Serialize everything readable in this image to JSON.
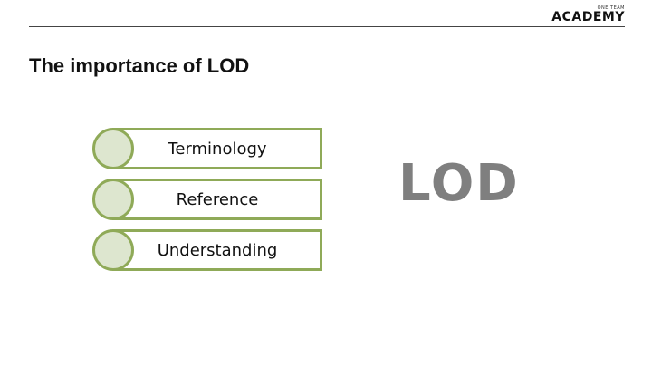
{
  "header": {
    "logo_small": "ONE TEAM",
    "logo_main": "ACADEMY"
  },
  "slide": {
    "title": "The importance of LOD",
    "items": [
      {
        "label": "Terminology"
      },
      {
        "label": "Reference"
      },
      {
        "label": "Understanding"
      }
    ],
    "big_text": "LOD"
  },
  "colors": {
    "accent": "#8faa58",
    "circle_fill": "#dde6cf",
    "big_text": "#7f7f7f"
  }
}
